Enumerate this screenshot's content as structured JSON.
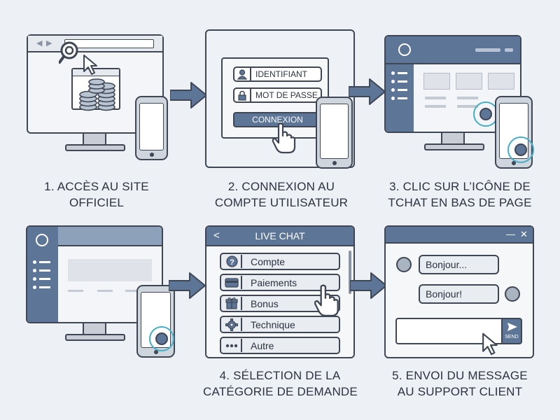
{
  "steps": [
    {
      "number": "1.",
      "caption_line1": "1. ACCÈS AU SITE",
      "caption_line2": "OFFICIEL"
    },
    {
      "number": "2.",
      "caption_line1": "2. CONNEXION AU",
      "caption_line2": "COMPTE UTILISATEUR"
    },
    {
      "number": "3.",
      "caption_line1": "3. CLIC SUR L’ICÔNE DE",
      "caption_line2": "TCHAT EN BAS DE PAGE"
    },
    {
      "number": "4.",
      "caption_line1": "4. SÉLECTION DE LA",
      "caption_line2": "CATÉGORIE DE DEMANDE"
    },
    {
      "number": "5.",
      "caption_line1": "5. ENVOI DU MESSAGE",
      "caption_line2": "AU SUPPORT CLIENT"
    }
  ],
  "login": {
    "username_label": "IDENTIFIANT",
    "password_label": "MOT DE PASSE",
    "submit_label": "CONNEXION"
  },
  "live_chat": {
    "title": "LIVE CHAT",
    "back_glyph": "<",
    "categories": [
      {
        "label": "Compte",
        "icon": "question-icon"
      },
      {
        "label": "Paiements",
        "icon": "card-icon"
      },
      {
        "label": "Bonus",
        "icon": "gift-icon"
      },
      {
        "label": "Technique",
        "icon": "gear-icon"
      },
      {
        "label": "Autre",
        "icon": "dots-icon"
      }
    ]
  },
  "chat_window": {
    "minimize_glyph": "—",
    "close_glyph": "✕",
    "message_user": "Bonjour...",
    "message_support": "Bonjour!",
    "send_label": "SEND"
  },
  "colors": {
    "outline": "#3f4754",
    "accent_blue": "#5d7597",
    "highlight_ring": "#44aec8",
    "background": "#edf0f4"
  }
}
